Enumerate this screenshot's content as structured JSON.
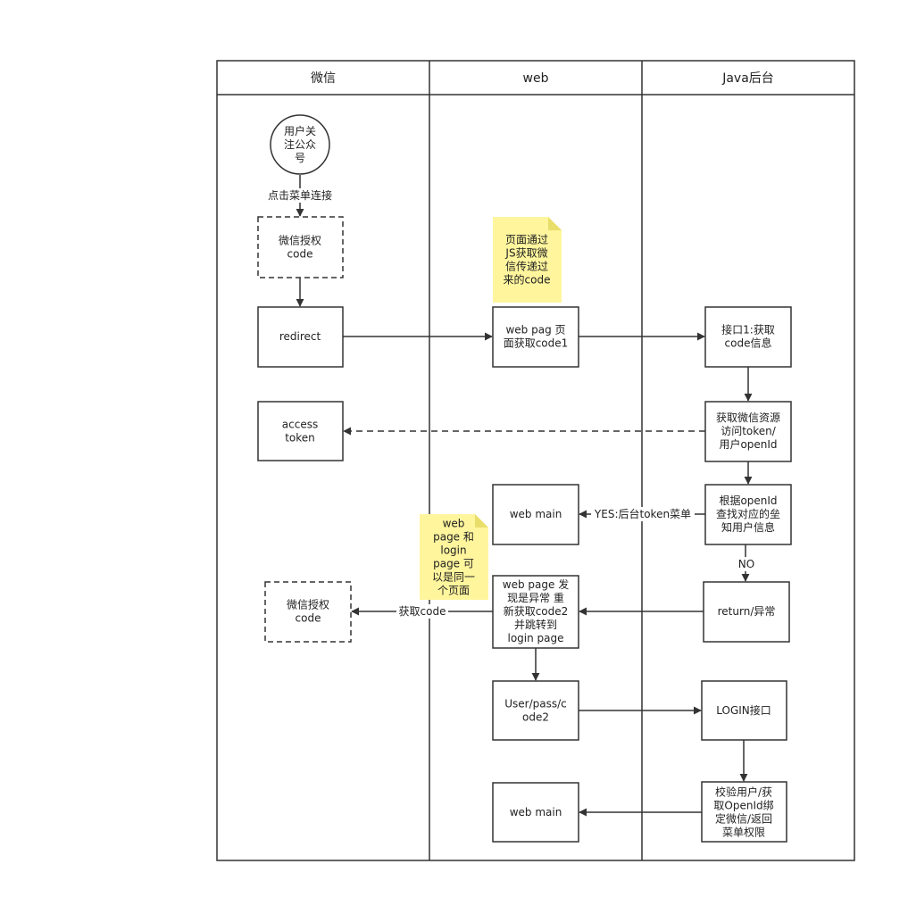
{
  "lanes": {
    "wechat": "微信",
    "web": "web",
    "java": "Java后台"
  },
  "nodes": {
    "start": [
      "用户关",
      "注公众",
      "号"
    ],
    "auth1": [
      "微信授权",
      "code"
    ],
    "redirect": [
      "redirect"
    ],
    "access_token": [
      "access",
      "token"
    ],
    "auth2": [
      "微信授权",
      "code"
    ],
    "webpage1": [
      "web pag 页",
      "面获取code1"
    ],
    "webmain1": [
      "web main"
    ],
    "webpage2": [
      "web page 发",
      "现是异常 重",
      "新获取code2",
      "并跳转到",
      "login page"
    ],
    "userpass": [
      "User/pass/c",
      "ode2"
    ],
    "webmain2": [
      "web main"
    ],
    "api1": [
      "接口1:获取",
      "code信息"
    ],
    "getres": [
      "获取微信资源",
      "访问token/",
      "用户openId"
    ],
    "lookup": [
      "根据openId",
      "查找对应的垒",
      "知用户信息"
    ],
    "return": [
      "return/异常"
    ],
    "login": [
      "LOGIN接口"
    ],
    "verify": [
      "校验用户/获",
      "取OpenId绑",
      "定微信/返回",
      "菜单权限"
    ]
  },
  "notes": {
    "note1": [
      "页面通过",
      "JS获取微",
      "信传递过",
      "来的code"
    ],
    "note2": [
      "web",
      "page 和",
      "login",
      "page 可",
      "以是同一",
      "个页面"
    ]
  },
  "edge_labels": {
    "click_menu": "点击菜单连接",
    "yes": "YES:后台token菜单",
    "no": "NO",
    "get_code": "获取code"
  },
  "colors": {
    "line": "#333333",
    "note_fill": "#fff59d"
  }
}
